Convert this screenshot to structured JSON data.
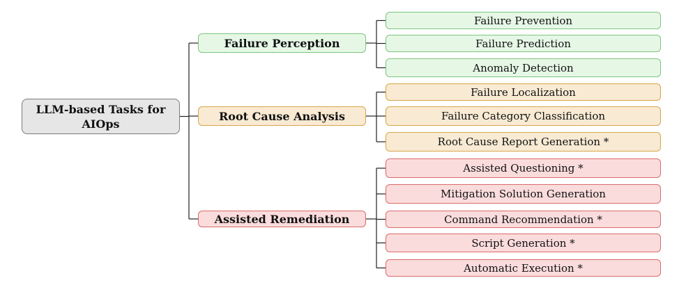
{
  "root": {
    "label": "LLM-based Tasks for AIOps",
    "fill": "#e6e6e6",
    "border": "#7a7a7a"
  },
  "categories": [
    {
      "label": "Failure Perception",
      "fill": "#e6f7e6",
      "border": "#7cc67c",
      "tasks": [
        "Failure Prevention",
        "Failure Prediction",
        "Anomaly Detection"
      ]
    },
    {
      "label": "Root Cause Analysis",
      "fill": "#f8ead3",
      "border": "#d7a64a",
      "tasks": [
        "Failure Localization",
        "Failure Category Classification",
        "Root Cause Report Generation *"
      ]
    },
    {
      "label": "Assisted Remediation",
      "fill": "#fbdcdc",
      "border": "#d96a6a",
      "tasks": [
        "Assisted Questioning *",
        "Mitigation Solution Generation",
        "Command Recommendation *",
        "Script Generation *",
        "Automatic Execution *"
      ]
    }
  ],
  "connector_color": "#222222"
}
